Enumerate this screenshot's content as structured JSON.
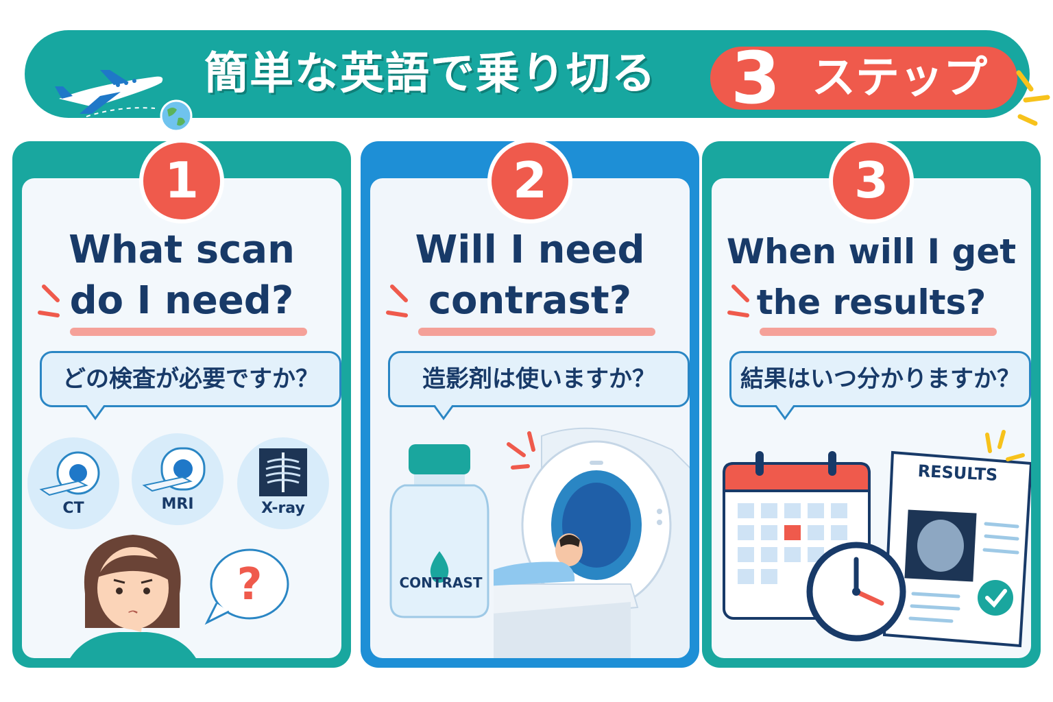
{
  "banner": {
    "title": "簡単な英語で乗り切る",
    "step_count": "3",
    "step_word": "ステップ"
  },
  "panels": [
    {
      "number": "1",
      "question_en": "What scan do I need?",
      "question_ja": "どの検査が必要ですか？",
      "scans": [
        {
          "label": "CT",
          "icon": "ct-scanner-icon"
        },
        {
          "label": "MRI",
          "icon": "mri-scanner-icon"
        },
        {
          "label": "X-ray",
          "icon": "xray-chest-icon"
        }
      ]
    },
    {
      "number": "2",
      "question_en": "Will I need contrast?",
      "question_ja": "造影剤は使いますか？",
      "bottle_label": "CONTRAST"
    },
    {
      "number": "3",
      "question_en": "When will I get the results?",
      "question_ja": "結果はいつ分かりますか？",
      "report_title": "RESULTS"
    }
  ],
  "colors": {
    "teal": "#17a7a0",
    "blue": "#1e8fd6",
    "red": "#ef5a4c",
    "navy": "#183a68",
    "bubble_bg": "#e3f1fb"
  }
}
